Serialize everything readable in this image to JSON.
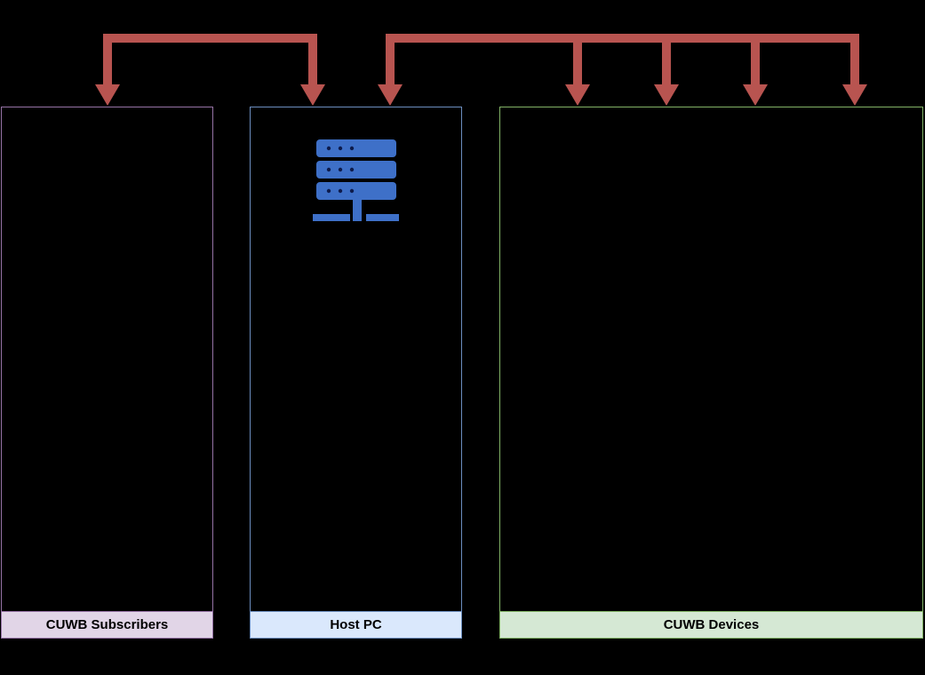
{
  "diagram": {
    "background_color": "#000000",
    "arrow_color": "#b85450",
    "panels": [
      {
        "id": "cuwb-subscribers",
        "label": "CUWB Subscribers",
        "border_color": "#9673a6",
        "header_fill": "#e1d5e7"
      },
      {
        "id": "host-pc",
        "label": "Host PC",
        "border_color": "#6c8ebf",
        "header_fill": "#dae8fc"
      },
      {
        "id": "cuwb-devices",
        "label": "CUWB Devices",
        "border_color": "#82b366",
        "header_fill": "#d5e8d4"
      }
    ],
    "icons": [
      {
        "name": "server-icon",
        "panel": "host-pc",
        "color": "#3e70c8"
      }
    ],
    "arrows": {
      "color": "#b85450",
      "groups": [
        {
          "name": "left-arrow-group",
          "arrow_count": 2,
          "targets": [
            "cuwb-subscribers",
            "host-pc"
          ]
        },
        {
          "name": "right-arrow-group",
          "arrow_count": 5,
          "targets": [
            "host-pc",
            "cuwb-devices",
            "cuwb-devices",
            "cuwb-devices",
            "cuwb-devices"
          ]
        }
      ]
    }
  }
}
